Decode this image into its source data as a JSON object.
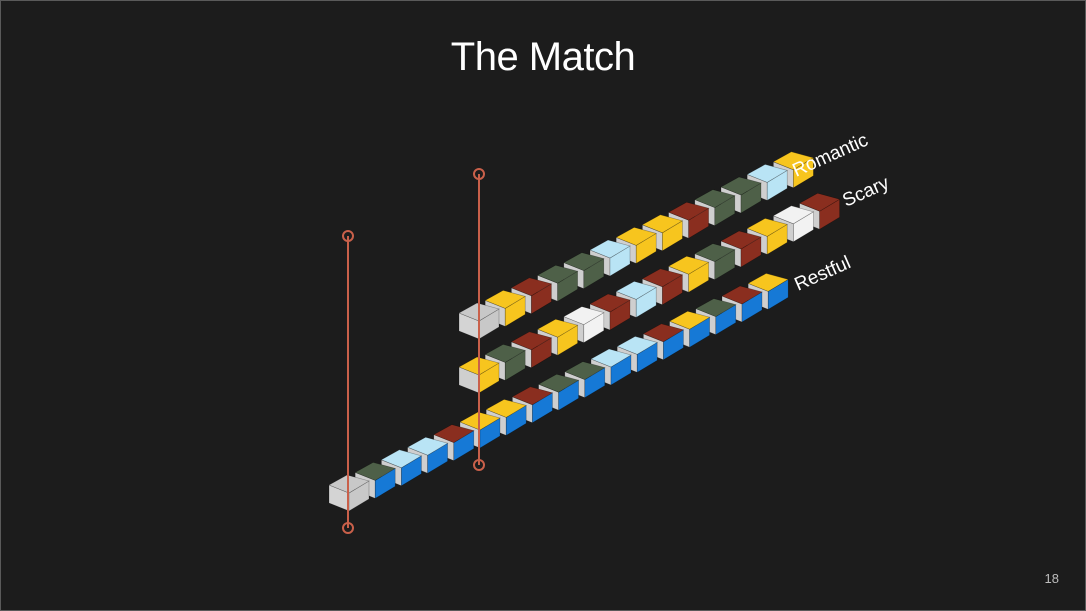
{
  "slide": {
    "title": "The Match",
    "page_number": "18"
  },
  "colors": {
    "background": "#1c1c1c",
    "marker": "#c9604a",
    "gray": "#c8c8c8",
    "dark_green": "#4e6048",
    "yellow": "#f7c51e",
    "brown": "#8a2e1f",
    "light_blue": "#b9e4f5",
    "white": "#f2f2f2",
    "blue": "#1679d6"
  },
  "rows": [
    {
      "name": "Romantic",
      "label": "Romantic",
      "blocks": [
        "gray",
        "yellow",
        "brown",
        "dark_green",
        "dark_green",
        "light_blue",
        "yellow",
        "yellow",
        "brown",
        "dark_green",
        "dark_green",
        "light_blue",
        "yellow"
      ]
    },
    {
      "name": "Scary",
      "label": "Scary",
      "blocks": [
        "yellow",
        "dark_green",
        "brown",
        "yellow",
        "white",
        "brown",
        "light_blue",
        "brown",
        "yellow",
        "dark_green",
        "brown",
        "yellow",
        "white",
        "brown"
      ]
    },
    {
      "name": "Restful",
      "label": "Restful",
      "blocks": [
        "gray",
        "dark_green",
        "light_blue",
        "light_blue",
        "brown",
        "yellow",
        "yellow",
        "brown",
        "dark_green",
        "dark_green",
        "light_blue",
        "light_blue",
        "brown",
        "yellow",
        "dark_green",
        "brown",
        "yellow"
      ]
    }
  ],
  "markers": [
    {
      "name": "marker-left"
    },
    {
      "name": "marker-right"
    }
  ]
}
